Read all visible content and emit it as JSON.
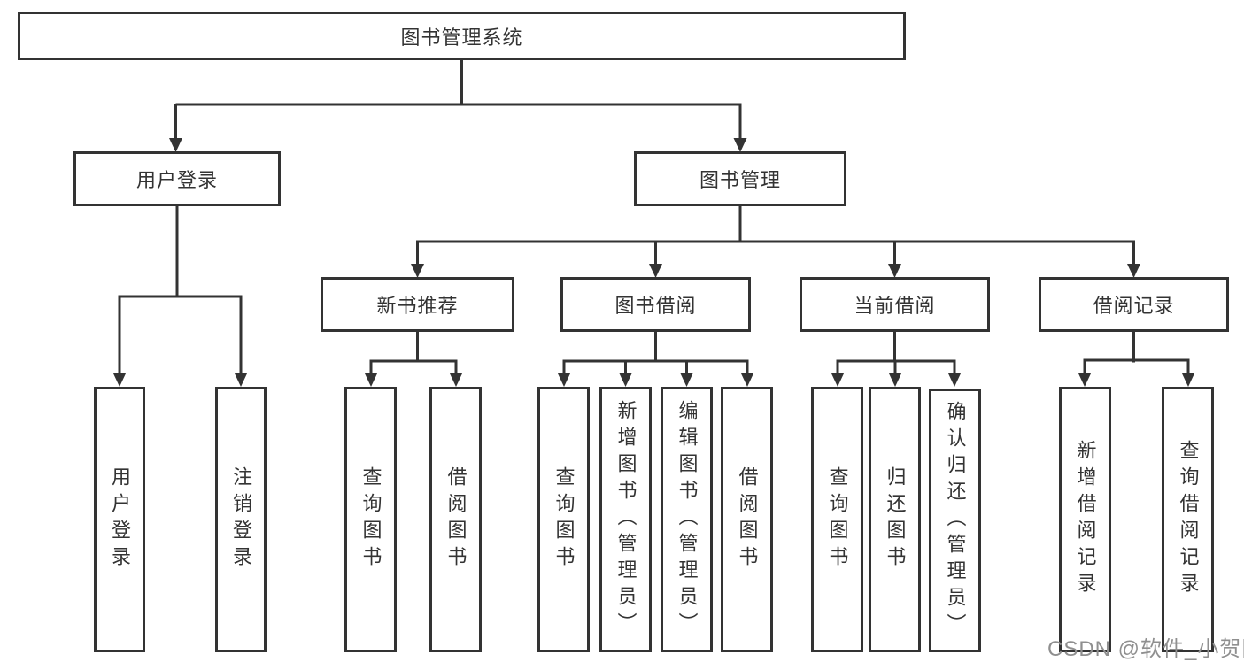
{
  "tree": {
    "root": {
      "label": "图书管理系统"
    },
    "children": [
      {
        "label": "用户登录",
        "children": [
          {
            "label": "用户登录"
          },
          {
            "label": "注销登录"
          }
        ]
      },
      {
        "label": "图书管理",
        "children": [
          {
            "label": "新书推荐",
            "children": [
              {
                "label": "查询图书"
              },
              {
                "label": "借阅图书"
              }
            ]
          },
          {
            "label": "图书借阅",
            "children": [
              {
                "label": "查询图书"
              },
              {
                "label": "新增图书（管理员）"
              },
              {
                "label": "编辑图书（管理员）"
              },
              {
                "label": "借阅图书"
              }
            ]
          },
          {
            "label": "当前借阅",
            "children": [
              {
                "label": "查询图书"
              },
              {
                "label": "归还图书"
              },
              {
                "label": "确认归还（管理员）"
              }
            ]
          },
          {
            "label": "借阅记录",
            "children": [
              {
                "label": "新增借阅记录"
              },
              {
                "label": "查询借阅记录"
              }
            ]
          }
        ]
      }
    ]
  },
  "watermark": {
    "text": "CSDN @软件_小贺同学"
  },
  "colors": {
    "line": "#333333",
    "box_border": "#333333",
    "text": "#333333",
    "watermark": "#8f8f8f",
    "background": "#ffffff"
  }
}
